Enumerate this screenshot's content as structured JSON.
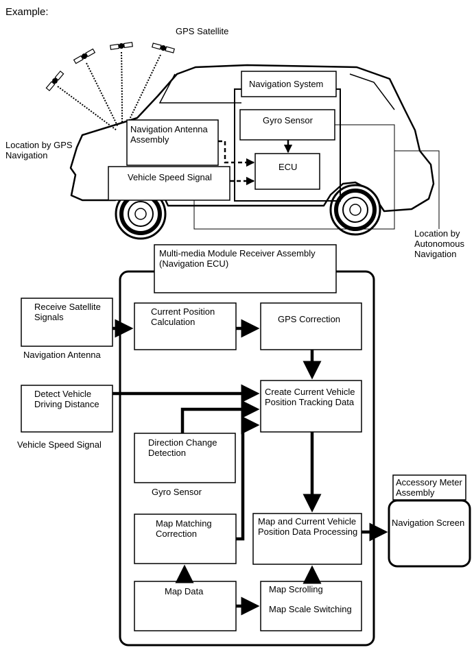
{
  "heading": "Example:",
  "top": {
    "gps_satellite": "GPS Satellite",
    "location_gps": "Location by GPS\nNavigation",
    "nav_antenna_assembly": "Navigation Antenna\nAssembly",
    "vehicle_speed_signal": "Vehicle Speed Signal",
    "navigation_system": "Navigation System",
    "gyro_sensor": "Gyro Sensor",
    "ecu": "ECU",
    "location_autonomous": "Location by\nAutonomous\nNavigation"
  },
  "bottom": {
    "module_title": "Multi-media Module Receiver Assembly\n(Navigation ECU)",
    "receive_satellite": "Receive Satellite\nSignals",
    "navigation_antenna": "Navigation Antenna",
    "current_position": "Current Position\nCalculation",
    "gps_correction": "GPS Correction",
    "detect_vehicle": "Detect Vehicle\nDriving Distance",
    "vehicle_speed_signal": "Vehicle Speed Signal",
    "create_tracking": "Create Current Vehicle\nPosition Tracking Data",
    "direction_change": "Direction Change\nDetection",
    "gyro_sensor": "Gyro Sensor",
    "map_matching": "Map Matching\nCorrection",
    "map_processing": "Map and Current Vehicle\nPosition Data Processing",
    "map_data": "Map Data",
    "map_scrolling": "Map Scrolling",
    "map_scale": "Map Scale Switching",
    "accessory_meter": "Accessory Meter\nAssembly",
    "navigation_screen": "Navigation Screen"
  }
}
